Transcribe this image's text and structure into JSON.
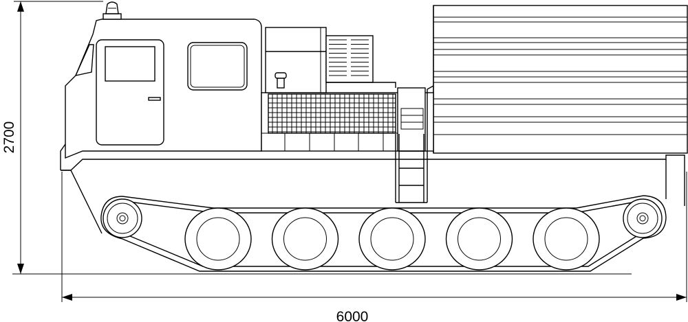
{
  "dimensions": {
    "height_label": "2700",
    "length_label": "6000"
  },
  "vehicle": {
    "wheel_count": 5,
    "rear_idler_count": 1,
    "front_idler_count": 1
  }
}
